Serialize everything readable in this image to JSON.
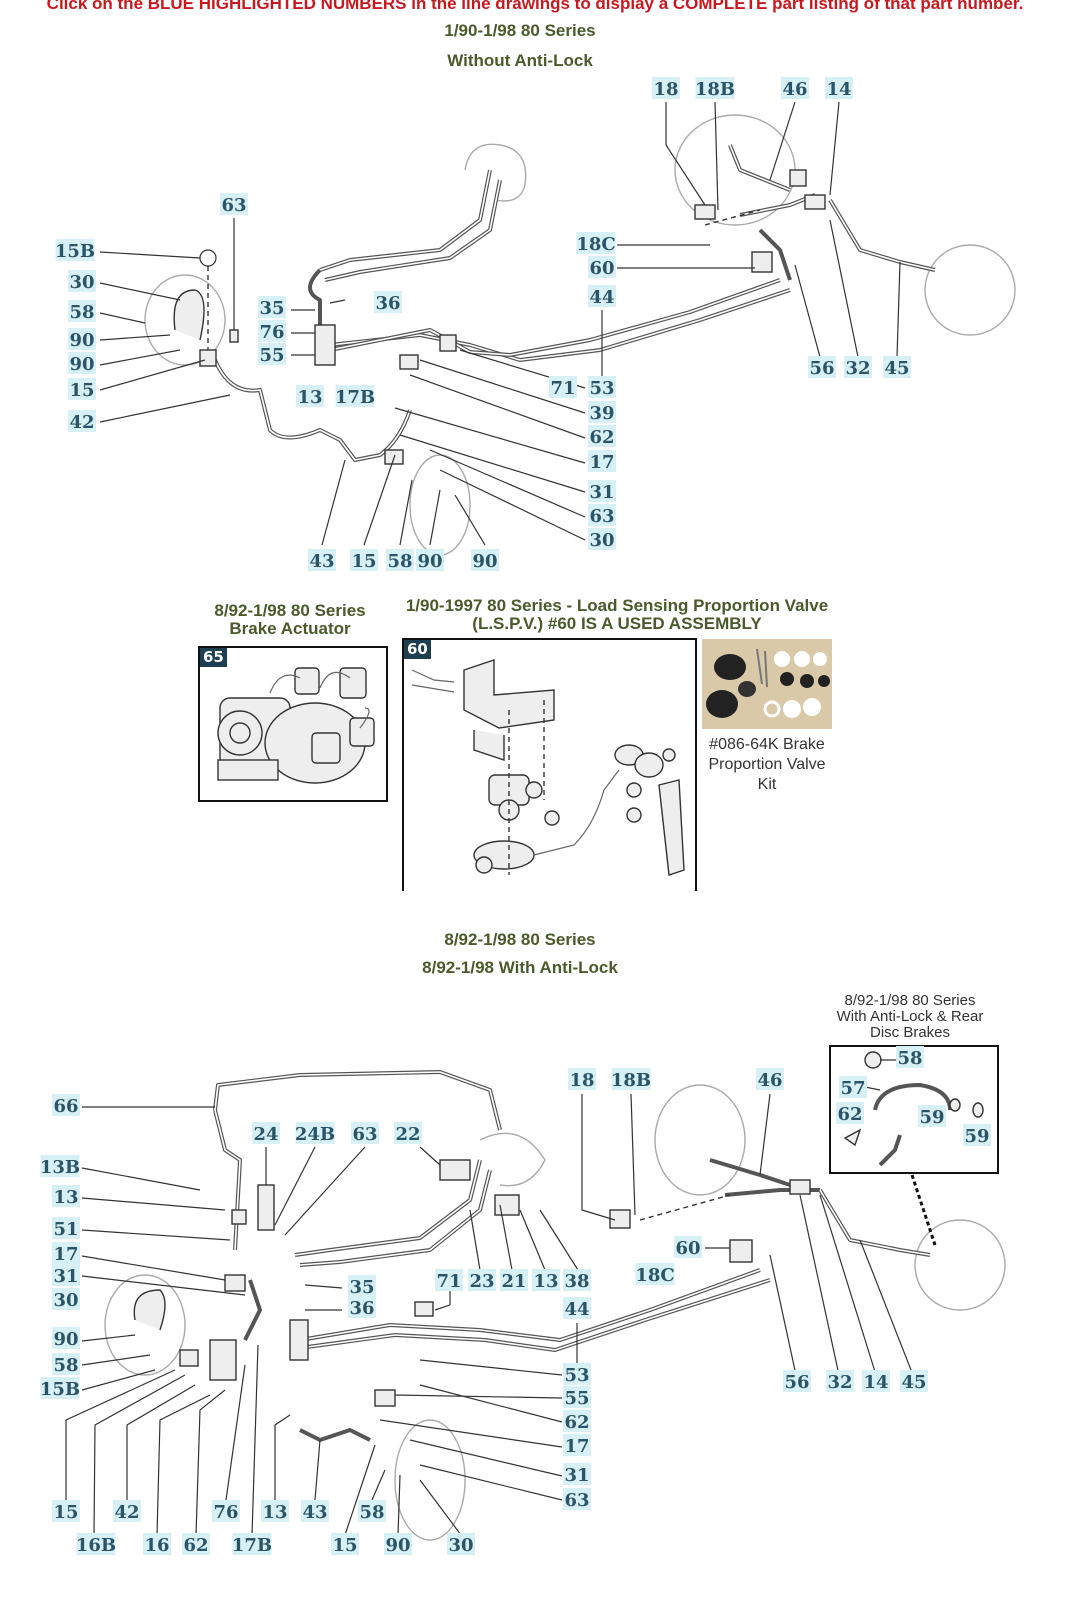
{
  "banner": "Click on the BLUE HIGHLIGHTED NUMBERS in the line drawings to display a COMPLETE part listing of that part number.",
  "section1": {
    "title": "1/90-1/98 80 Series",
    "subtitle": "Without Anti-Lock"
  },
  "actuator": {
    "title": "8/92-1/98 80 Series",
    "subtitle": "Brake Actuator",
    "tag": "65"
  },
  "lspv": {
    "title": "1/90-1997 80 Series - Load Sensing Proportion Valve",
    "subtitle": "(L.S.P.V.) #60 IS A USED ASSEMBLY",
    "tag": "60"
  },
  "kit": {
    "caption": "#086-64K Brake Proportion Valve Kit"
  },
  "section2": {
    "title": "8/92-1/98 80 Series",
    "subtitle": "8/92-1/98 With Anti-Lock"
  },
  "inset": {
    "title": "8/92-1/98 80 Series With Anti-Lock & Rear Disc Brakes"
  },
  "colors": {
    "link_label": "#2b5468",
    "link_bg": "#d6f0f5",
    "banner": "#c8181e",
    "title": "#4b5a2b"
  },
  "labels": [
    "18",
    "18B",
    "46",
    "14",
    "63",
    "15B",
    "30",
    "58",
    "90",
    "90",
    "15",
    "42",
    "18C",
    "60",
    "44",
    "35",
    "36",
    "76",
    "55",
    "71",
    "53",
    "39",
    "62",
    "17",
    "31",
    "63",
    "30",
    "56",
    "32",
    "45",
    "13",
    "17B",
    "43",
    "15",
    "58",
    "90",
    "90",
    "66",
    "13B",
    "13",
    "51",
    "17",
    "31",
    "30",
    "90",
    "58",
    "15B",
    "24",
    "24B",
    "63",
    "22",
    "18",
    "18B",
    "46",
    "58",
    "57",
    "62",
    "59",
    "59",
    "60",
    "18C",
    "56",
    "32",
    "14",
    "45",
    "71",
    "23",
    "21",
    "13",
    "38",
    "35",
    "36",
    "44",
    "53",
    "55",
    "62",
    "17",
    "31",
    "63",
    "15",
    "42",
    "76",
    "13",
    "43",
    "58",
    "16B",
    "16",
    "62",
    "17B",
    "15",
    "90",
    "30"
  ]
}
